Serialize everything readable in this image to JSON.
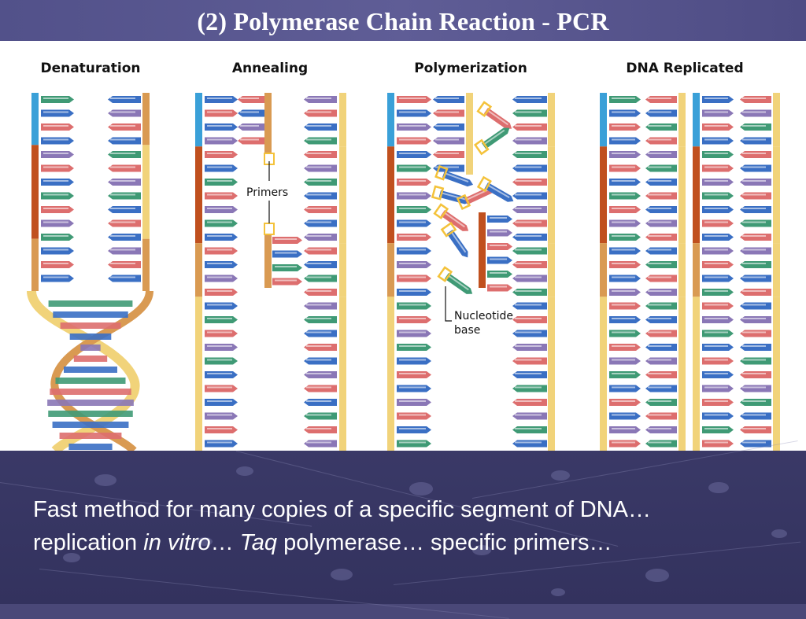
{
  "slide": {
    "title": "(2) Polymerase Chain Reaction - PCR"
  },
  "diagram": {
    "stages": [
      "Denaturation",
      "Annealing",
      "Polymerization",
      "DNA Replicated"
    ],
    "labels": {
      "primers": "Primers",
      "nucleotide_line1": "Nucleotide",
      "nucleotide_line2": "base"
    },
    "colors": {
      "rung_blue": "#3a6fc4",
      "rung_red": "#dd6e6e",
      "rung_green": "#3f9a75",
      "rung_purple": "#8a77b6",
      "backbone_blue": "#3aa0d8",
      "backbone_rust": "#c0501e",
      "backbone_tan": "#d99a52",
      "backbone_yellow": "#f1d37a",
      "primer": "#f4c23a",
      "highlight": "#ffffff"
    }
  },
  "caption": {
    "part1": "Fast method for many copies of a specific segment of DNA…",
    "part2": "replication ",
    "in_vitro": "in vitro",
    "part3": "… ",
    "taq": "Taq",
    "part4": " polymerase… specific primers…"
  }
}
